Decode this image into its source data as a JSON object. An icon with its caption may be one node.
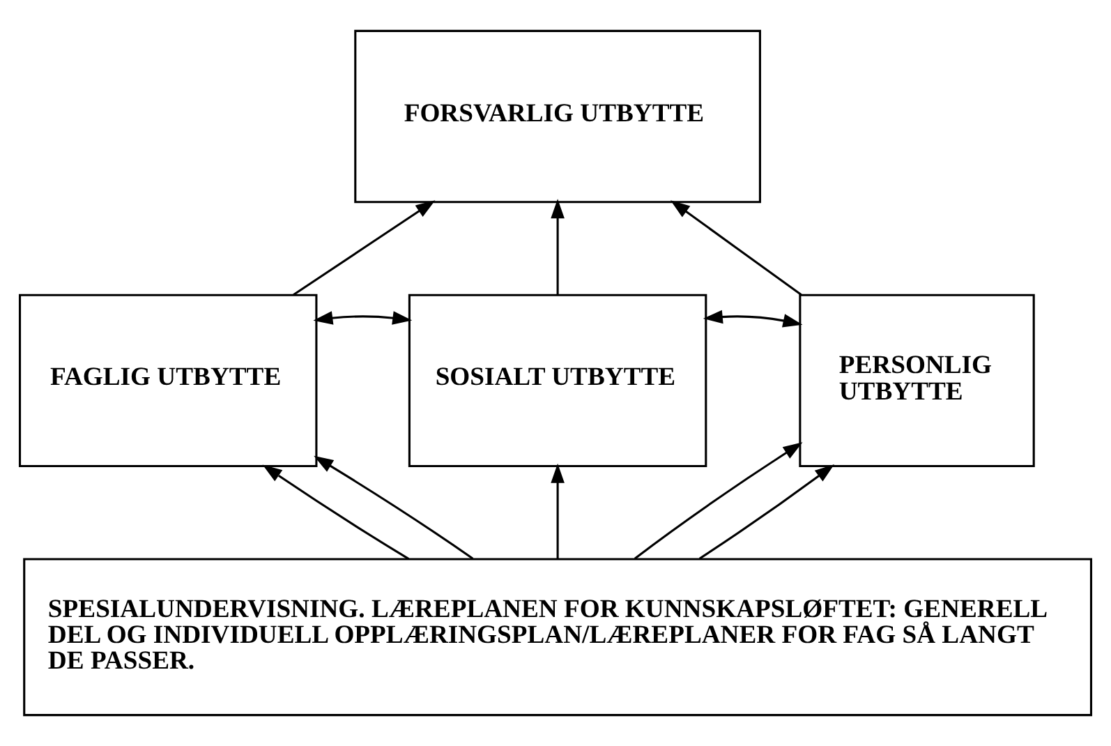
{
  "diagram": {
    "nodes": [
      {
        "text": [
          "FORSVARLIG UTBYTTE"
        ]
      },
      {
        "text": [
          "FAGLIG UTBYTTE"
        ]
      },
      {
        "text": [
          "SOSIALT UTBYTTE"
        ]
      },
      {
        "text": [
          "PERSONLIG UTBYTTE"
        ]
      },
      {
        "text": [
          "SPESIALUNDERVISNING. LÆREPLANEN FOR KUNNSKAPSLØFTET: GENERELL DEL OG INDIVIDUELL OPPLÆRINGSPLAN/LÆREPLANER FOR FAG SÅ LANGT DE PASSER."
        ]
      }
    ],
    "edges": [
      {
        "from": 1,
        "to": 0,
        "arrow": "to"
      },
      {
        "from": 2,
        "to": 0,
        "arrow": "to"
      },
      {
        "from": 3,
        "to": 0,
        "arrow": "to"
      },
      {
        "from": 1,
        "to": 2,
        "arrow": "both"
      },
      {
        "from": 2,
        "to": 3,
        "arrow": "both"
      },
      {
        "from": 4,
        "to": 1,
        "arrow": "to"
      },
      {
        "from": 4,
        "to": 2,
        "arrow": "to"
      },
      {
        "from": 4,
        "to": 3,
        "arrow": "to"
      },
      {
        "from": 4,
        "to": 1,
        "arrow": "to"
      },
      {
        "from": 4,
        "to": 3,
        "arrow": "to"
      }
    ]
  }
}
